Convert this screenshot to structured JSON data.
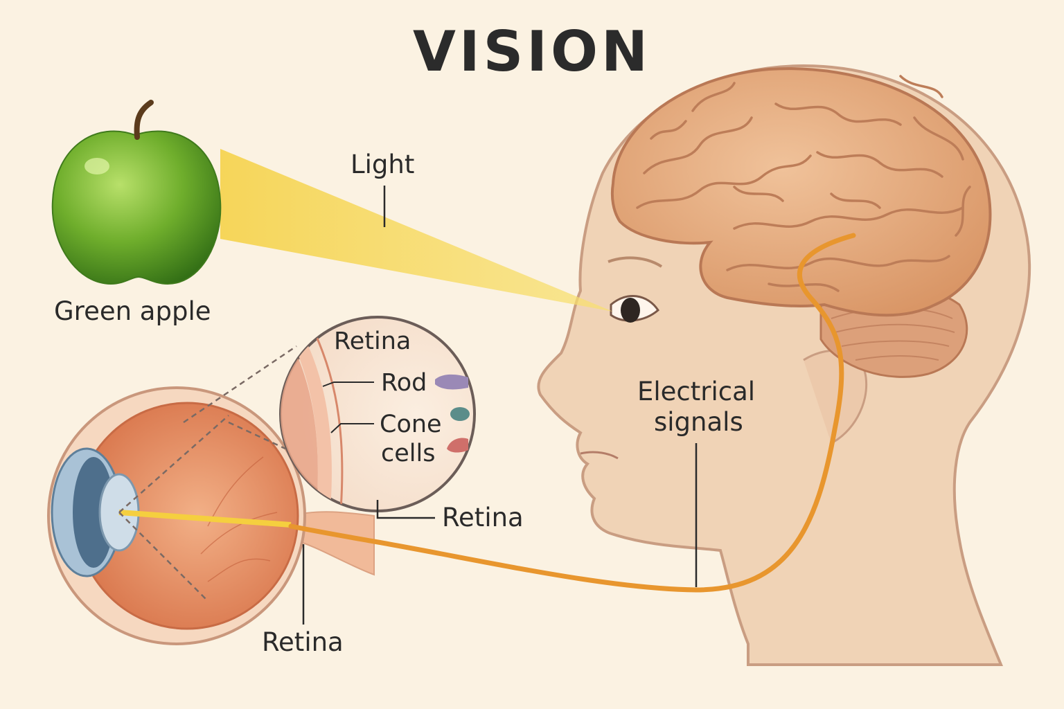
{
  "title": "VISION",
  "labels": {
    "light": "Light",
    "green_apple": "Green apple",
    "retina_inset_title": "Retina",
    "rod": "Rod",
    "cone": "Cone",
    "cells": "cells",
    "retina_inset": "Retina",
    "retina_eye": "Retina",
    "electrical_1": "Electrical",
    "electrical_2": "signals"
  },
  "colors": {
    "background": "#fbf2e2",
    "skin": "#f0d3b6",
    "brain": "#e8ad7f",
    "light_beam": "#f5d24a",
    "nerve": "#e8962e",
    "apple": "#6fae2c",
    "eyeball": "#e89a72"
  }
}
